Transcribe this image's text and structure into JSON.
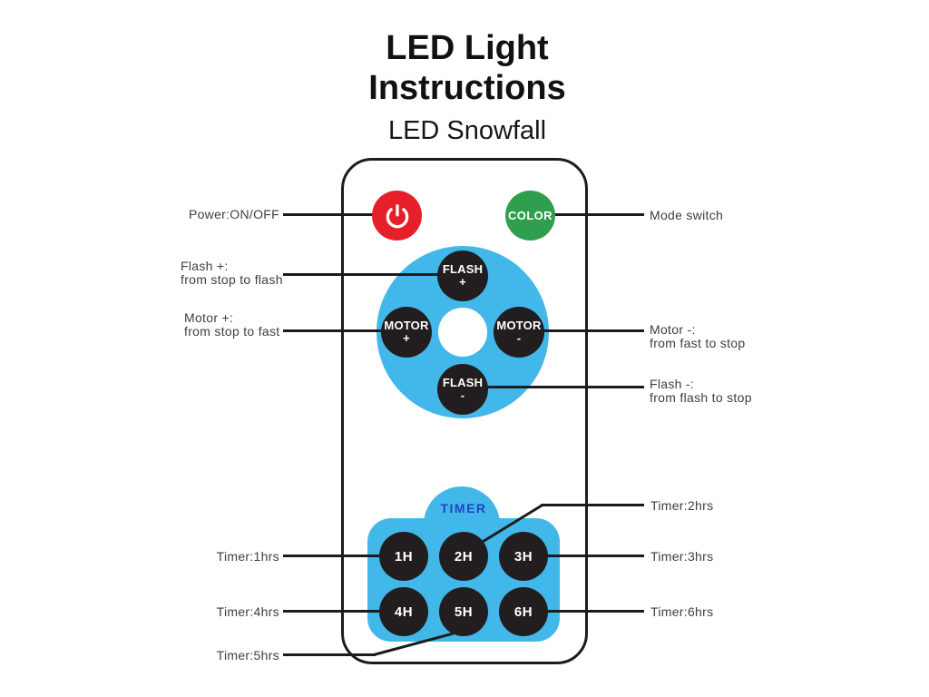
{
  "title": {
    "line1": "LED Light",
    "line2": "Instructions",
    "subtitle": "LED Snowfall"
  },
  "colors": {
    "power_red": "#e5202a",
    "mode_green": "#2f9e4d",
    "pad_blue": "#41b8e9",
    "timer_text_blue": "#2143c4",
    "button_black": "#221e1f",
    "line_black": "#1c1c1c"
  },
  "remote": {
    "power_button": {
      "icon": "power-icon"
    },
    "mode_button": {
      "label": "COLOR"
    },
    "nav_pad": {
      "flash_plus": {
        "line1": "FLASH",
        "line2": "+"
      },
      "motor_plus": {
        "line1": "MOTOR",
        "line2": "+"
      },
      "motor_minus": {
        "line1": "MOTOR",
        "line2": "-"
      },
      "flash_minus": {
        "line1": "FLASH",
        "line2": "-"
      }
    },
    "timer": {
      "label": "TIMER",
      "buttons": [
        "1H",
        "2H",
        "3H",
        "4H",
        "5H",
        "6H"
      ]
    }
  },
  "annotations": {
    "power": {
      "lines": [
        "Power:ON/OFF"
      ]
    },
    "mode": {
      "lines": [
        "Mode switch"
      ]
    },
    "flash_plus": {
      "lines": [
        "Flash +:",
        "from stop to flash"
      ]
    },
    "motor_plus": {
      "lines": [
        "Motor +:",
        "from stop to fast"
      ]
    },
    "motor_minus": {
      "lines": [
        "Motor -:",
        "from fast to stop"
      ]
    },
    "flash_minus": {
      "lines": [
        "Flash -:",
        "from flash to stop"
      ]
    },
    "timer_1h": {
      "lines": [
        "Timer:1hrs"
      ]
    },
    "timer_2h": {
      "lines": [
        "Timer:2hrs"
      ]
    },
    "timer_3h": {
      "lines": [
        "Timer:3hrs"
      ]
    },
    "timer_4h": {
      "lines": [
        "Timer:4hrs"
      ]
    },
    "timer_5h": {
      "lines": [
        "Timer:5hrs"
      ]
    },
    "timer_6h": {
      "lines": [
        "Timer:6hrs"
      ]
    }
  }
}
